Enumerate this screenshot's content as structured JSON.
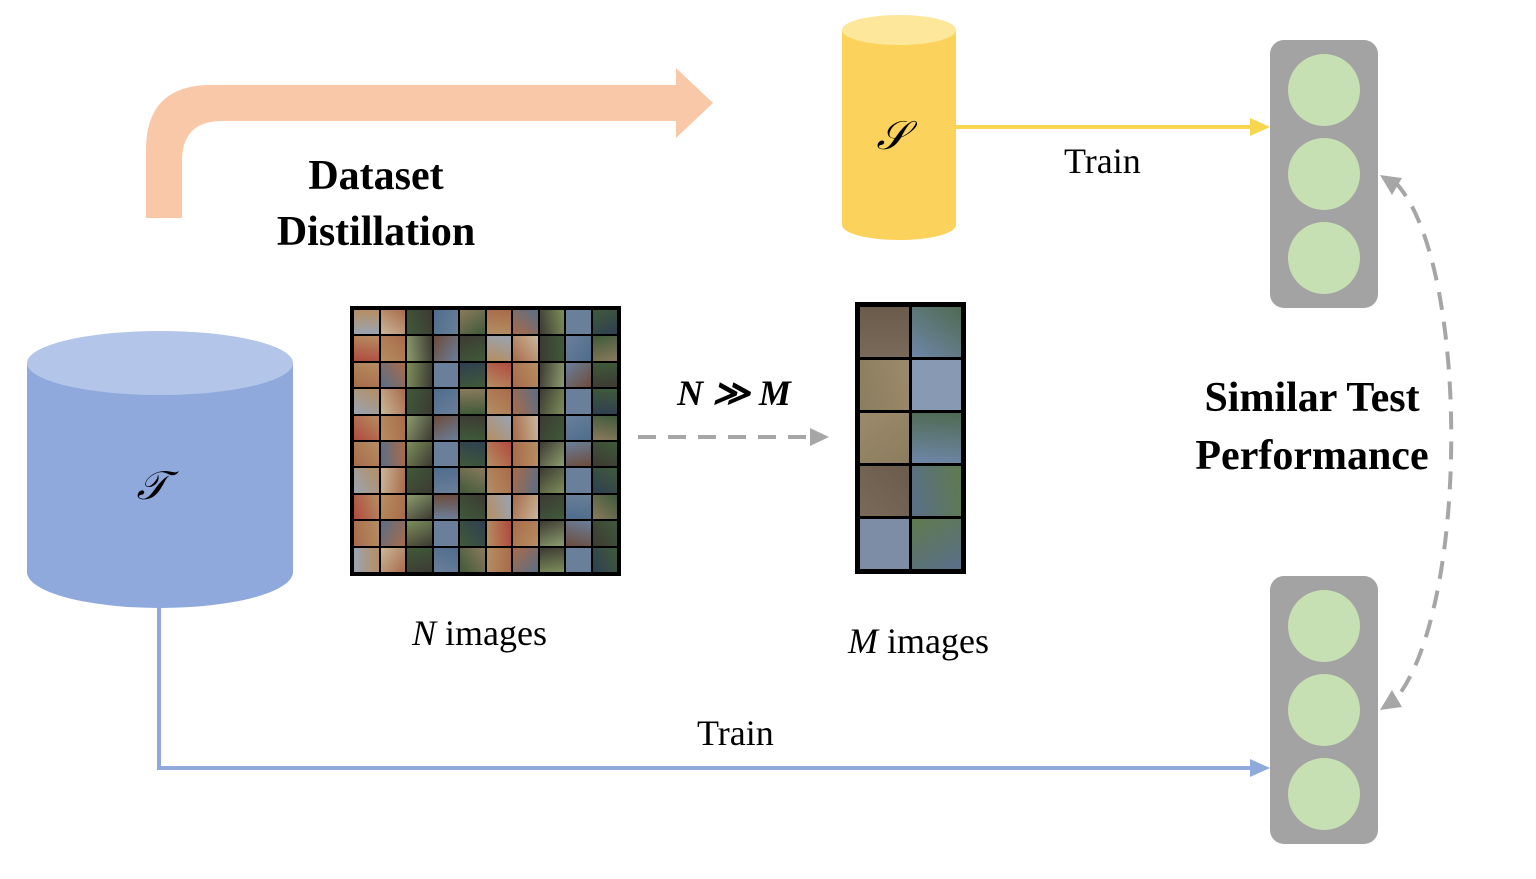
{
  "title_lines": [
    "Dataset",
    "Distillation"
  ],
  "source_symbol": "𝒯",
  "synthetic_symbol": "𝒮",
  "relation": "N ≫ M",
  "n_images": {
    "var": "N",
    "text": " images"
  },
  "m_images": {
    "var": "M",
    "text": " images"
  },
  "train_top": "Train",
  "train_bottom": "Train",
  "result_lines": [
    "Similar Test",
    "Performance"
  ],
  "colors": {
    "big_arrow": "#f8c8a8",
    "source_db_body": "#8fa9dc",
    "source_db_top": "#b3c6ea",
    "synthetic_db_body": "#fbd35c",
    "synthetic_db_top": "#fde79b",
    "train_top_arrow": "#f8d650",
    "train_bottom_arrow": "#8fa9dc",
    "network_box": "#a3a3a3",
    "network_node": "#c6e0b4",
    "dashed": "#a6a6a6"
  },
  "real_grid": {
    "rows": 10,
    "cols": 10
  },
  "syn_grid": {
    "rows": 5,
    "cols": 2
  },
  "real_palette": [
    "#5b6e86",
    "#8a7a5c",
    "#3f5a3a",
    "#9aa4b2",
    "#6d4c3d",
    "#b58e62",
    "#2f3f52",
    "#7c8f5a",
    "#a86b4a",
    "#4e6d8c",
    "#c9b79a",
    "#3d3a33",
    "#8c9c6e",
    "#b04a3e",
    "#6a7f99"
  ],
  "syn_palette": [
    "#6f86a8",
    "#9c8a6c",
    "#5e7a4e",
    "#7a6a5a",
    "#8899b4",
    "#6b5b4a",
    "#5a6f8a",
    "#8a7d5e",
    "#4f6a52",
    "#7d8da6"
  ]
}
